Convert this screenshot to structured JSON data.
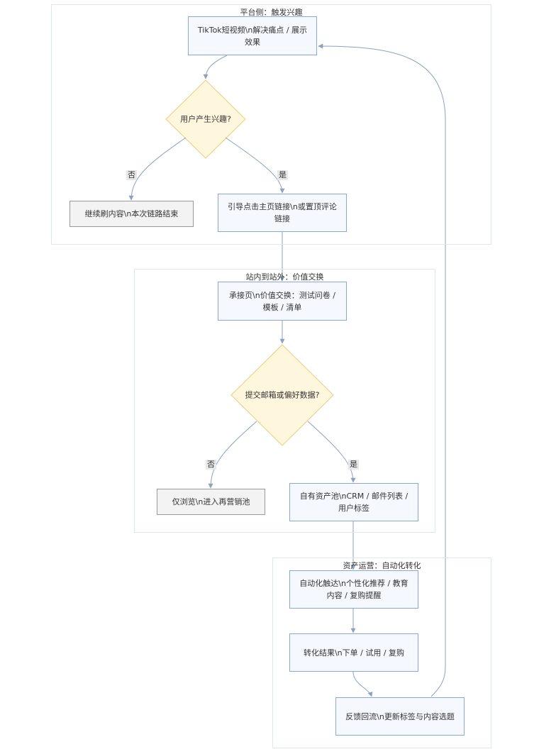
{
  "clusters": {
    "platform": "平台侧：触发兴趣",
    "onsite": "站内到站外：价值交换",
    "ops": "资产运营：自动化转化"
  },
  "nodes": {
    "tiktok": "TikTok短视频\\n解决痛点 / 展示效果",
    "interest": "用户产生兴趣?",
    "continue": "继续刷内容\\n本次链路结束",
    "guide": "引导点击主页链接\\n或置顶评论链接",
    "landing": "承接页\\n价值交换：测试问卷 / 模板 / 清单",
    "submit": "提交邮箱或偏好数据?",
    "browse": "仅浏览\\n进入再营销池",
    "pool": "自有资产池\\nCRM / 邮件列表 / 用户标签",
    "auto": "自动化触达\\n个性化推荐 / 教育内容 / 复购提醒",
    "result": "转化结果\\n下单 / 试用 / 复购",
    "feedback": "反馈回流\\n更新标签与内容选题"
  },
  "edge_labels": {
    "no1": "否",
    "yes1": "是",
    "no2": "否",
    "yes2": "是"
  },
  "colors": {
    "edge": "#8da2bd",
    "process_fill": "#f5f8ff",
    "process_border": "#8aa8d6",
    "decision_fill": "#fff6de",
    "decision_border": "#e8cf7f"
  }
}
